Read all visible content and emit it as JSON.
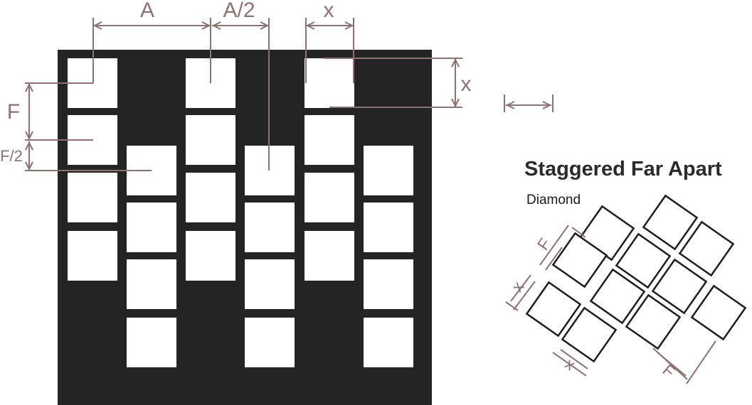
{
  "colors": {
    "plate": "#242424",
    "hole": "#ffffff",
    "dimension": "#8c7273",
    "diamond_outline": "#1e1e1e"
  },
  "dimension_labels": {
    "pitch_horizontal": "A",
    "half_pitch_horizontal": "A/2",
    "hole_width": "x",
    "hole_height": "x",
    "pitch_vertical": "F",
    "half_pitch_vertical": "F/2"
  },
  "pattern": {
    "title": "Staggered Far Apart",
    "subtitle": "Diamond",
    "diamond_labels": {
      "upper_left": "F",
      "mid_left": "x",
      "bottom_left": "x",
      "bottom_right": "F"
    }
  }
}
